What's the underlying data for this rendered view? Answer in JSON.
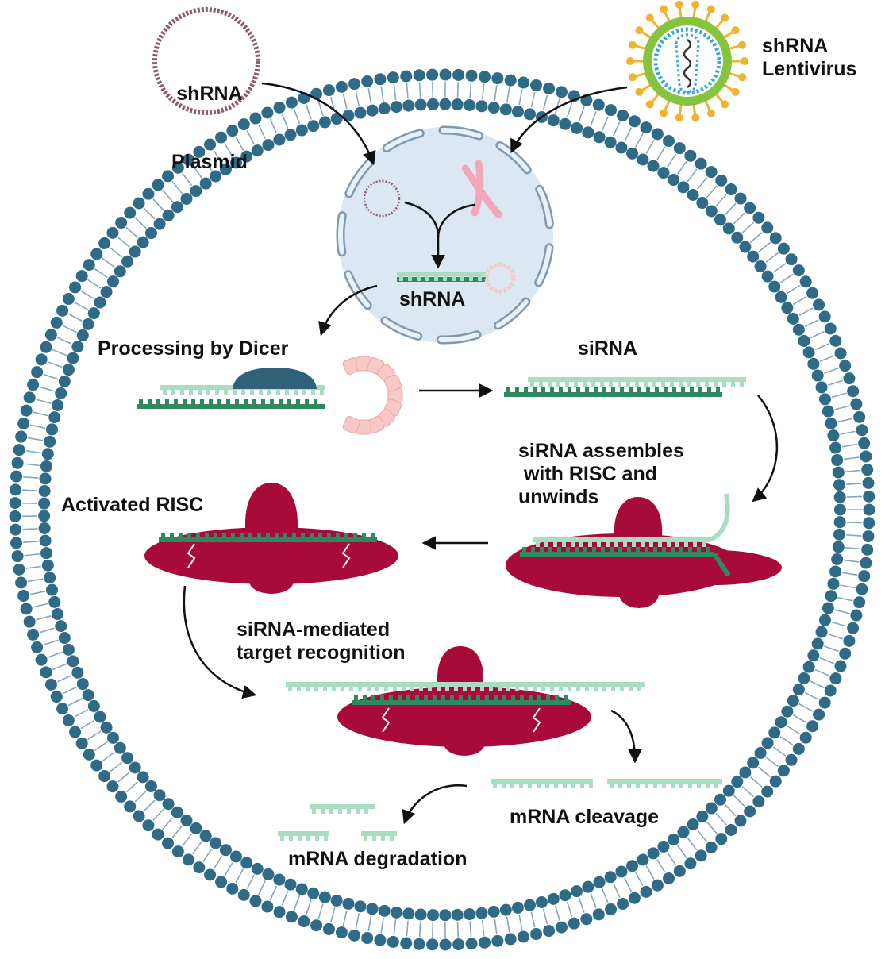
{
  "labels": {
    "plasmid_line1": "shRNA",
    "plasmid_line2": "Plasmid",
    "lentivirus_line1": "shRNA",
    "lentivirus_line2": "Lentivirus",
    "shrna": "shRNA",
    "processing_by_dicer": "Processing by Dicer",
    "sirna": "siRNA",
    "sirna_assembles": "siRNA assembles\n with RISC and\nunwinds",
    "activated_risc": "Activated RISC",
    "target_recognition": "siRNA-mediated\ntarget recognition",
    "mrna_cleavage": "mRNA cleavage",
    "mrna_degradation": "mRNA degradation"
  },
  "colors": {
    "membrane_head": "#2f6a86",
    "membrane_tail": "#8aa5b5",
    "nucleus_fill": "#dbe7f3",
    "nucleus_envelope": "#7f99ae",
    "plasmid_ring": "#8e5a73",
    "chromosome": "#f1a7b9",
    "strand_dark": "#2e8a5e",
    "strand_light": "#a9dcc0",
    "hairpin_loop": "#f7c8c6",
    "dicer": "#316178",
    "risc": "#a80b39",
    "virus_spike": "#f1b233",
    "virus_envelope": "#86c440",
    "virus_core": "#35a9de",
    "arrow": "#111111"
  },
  "icons": {
    "plasmid": "plasmid-ring-icon",
    "lentivirus": "lentivirus-particle-icon",
    "chromosome": "chromosome-icon",
    "dicer": "dicer-enzyme-icon",
    "risc": "risc-complex-icon"
  }
}
